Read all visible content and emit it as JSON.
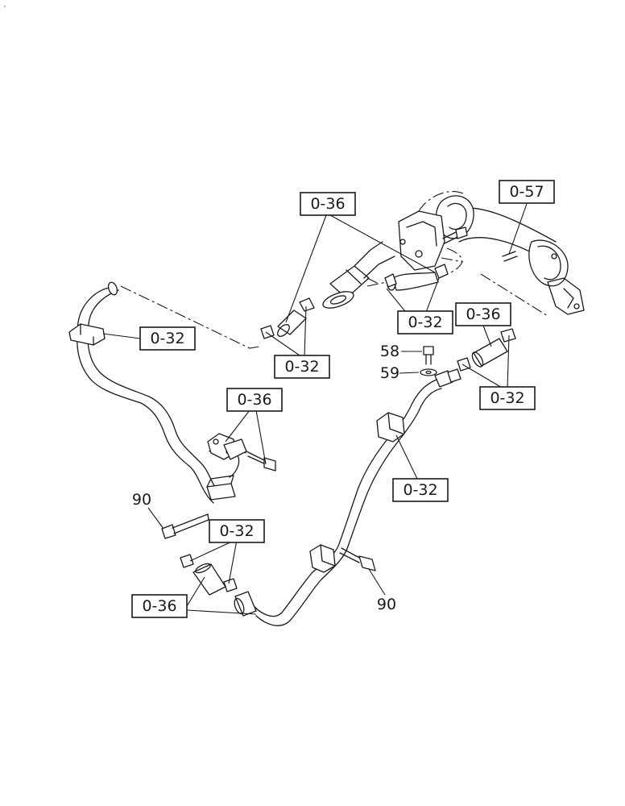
{
  "corner_mark": ".",
  "callouts": {
    "c057": "0-57",
    "c036_top": "0-36",
    "c032_upper_right": "0-32",
    "c032_left": "0-32",
    "c032_mid": "0-32",
    "c036_right": "0-36",
    "c032_right": "0-32",
    "c036_flange": "0-36",
    "c032_pipe": "0-32",
    "c032_bottom": "0-32",
    "c036_bottom": "0-36"
  },
  "labels": {
    "p58": "58",
    "p59": "59",
    "p90_left": "90",
    "p90_right": "90"
  }
}
